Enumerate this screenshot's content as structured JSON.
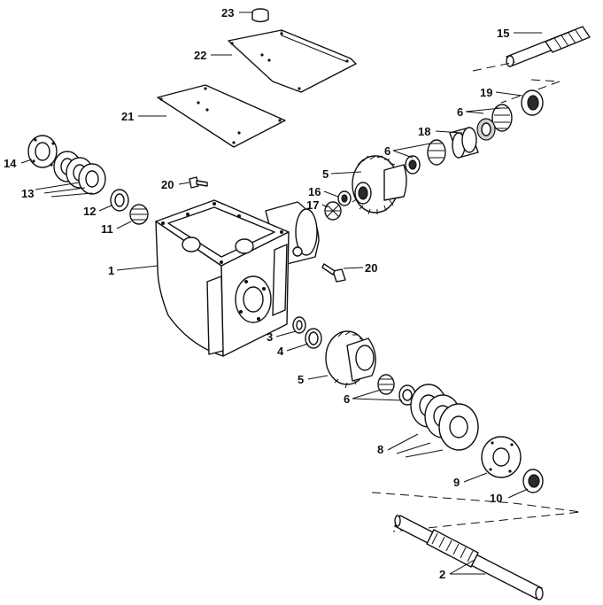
{
  "callouts": {
    "c1": "1",
    "c2": "2",
    "c3": "3",
    "c4": "4",
    "c5a": "5",
    "c5b": "5",
    "c6a": "6",
    "c6b": "6",
    "c6c": "6",
    "c8": "8",
    "c9": "9",
    "c10": "10",
    "c11": "11",
    "c12": "12",
    "c13": "13",
    "c14": "14",
    "c15": "15",
    "c16": "16",
    "c17": "17",
    "c18": "18",
    "c19": "19",
    "c20a": "20",
    "c20b": "20",
    "c21": "21",
    "c22": "22",
    "c23": "23"
  }
}
